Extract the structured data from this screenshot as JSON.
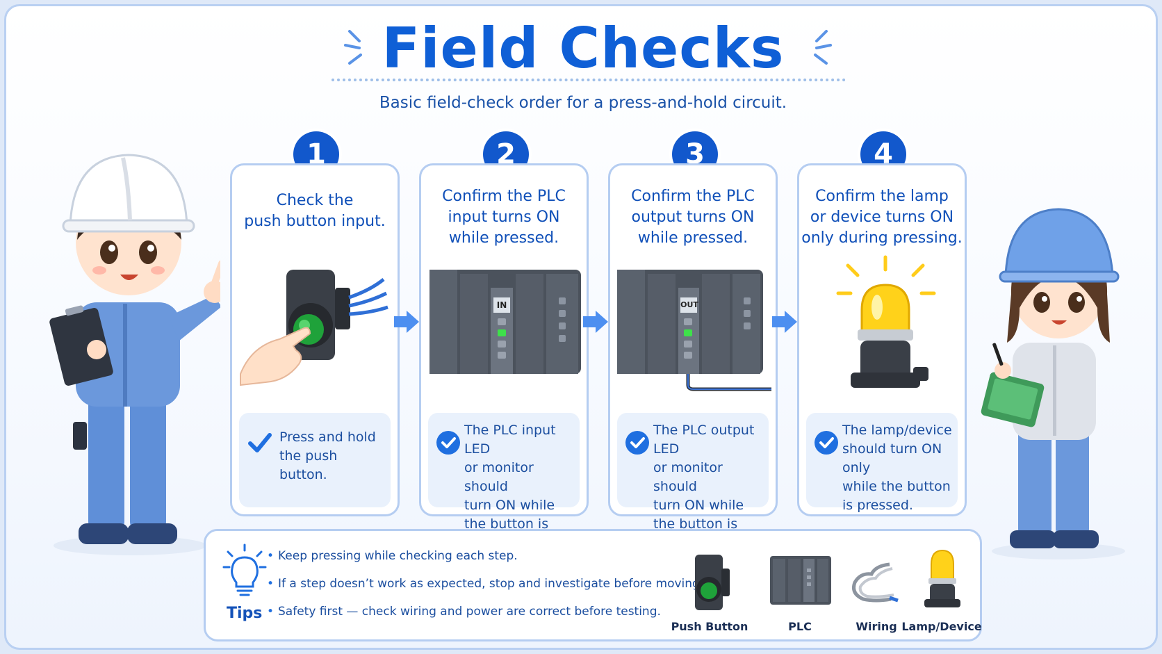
{
  "title": "Field Checks",
  "subtitle": "Basic field-check order for a press-and-hold circuit.",
  "steps": [
    {
      "number": "1",
      "heading": "Check the\npush button input.",
      "note": "Press and hold\nthe push button.",
      "module_label": ""
    },
    {
      "number": "2",
      "heading": "Confirm the PLC\ninput turns ON\nwhile pressed.",
      "note": "The PLC input LED\nor monitor should\nturn ON while\nthe button is held.",
      "module_label": "IN"
    },
    {
      "number": "3",
      "heading": "Confirm the PLC\noutput turns ON\nwhile pressed.",
      "note": "The PLC output LED\nor monitor should\nturn ON while\nthe button is held.",
      "module_label": "OUT"
    },
    {
      "number": "4",
      "heading": "Confirm the lamp\nor device turns ON\nonly during pressing.",
      "note": "The lamp/device\nshould turn ON only\nwhile the button\nis pressed.",
      "module_label": ""
    }
  ],
  "tips": {
    "label": "Tips",
    "items": [
      "Keep pressing while checking each step.",
      "If a step doesn’t work as expected, stop and investigate before moving on.",
      "Safety first — check wiring and power are correct before testing."
    ],
    "parts": [
      {
        "label": "Push Button",
        "icon": "push-button-icon"
      },
      {
        "label": "PLC",
        "icon": "plc-icon"
      },
      {
        "label": "Wiring",
        "icon": "wiring-icon"
      },
      {
        "label": "Lamp/Device",
        "icon": "lamp-icon"
      }
    ]
  },
  "colors": {
    "accent": "#0f5fd6",
    "badge": "#1258cc",
    "led_on": "#3ee04a",
    "lamp": "#ffd21a"
  }
}
